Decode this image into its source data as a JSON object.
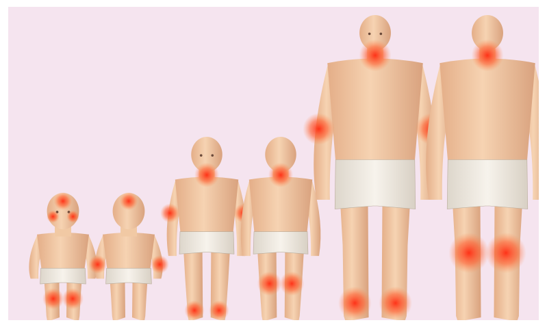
{
  "illustration": {
    "background_color": "#f5e4ef",
    "skin_color": "#f1c9a4",
    "skin_shadow_color": "#d9a27e",
    "underwear_color": "#f3eee6",
    "lesion_color": "#ff3b1a",
    "figures": [
      {
        "id": "infant-front",
        "view": "front",
        "age": "infant",
        "lesion_sites": [
          "cheeks",
          "scalp",
          "knees"
        ]
      },
      {
        "id": "infant-back",
        "view": "back",
        "age": "infant",
        "lesion_sites": [
          "scalp",
          "elbows"
        ]
      },
      {
        "id": "child-front",
        "view": "front",
        "age": "child",
        "lesion_sites": [
          "neck",
          "elbows",
          "ankles"
        ]
      },
      {
        "id": "child-back",
        "view": "back",
        "age": "child",
        "lesion_sites": [
          "neck",
          "knees"
        ]
      },
      {
        "id": "adult-front",
        "view": "front",
        "age": "adult",
        "lesion_sites": [
          "neck",
          "elbows",
          "ankles"
        ]
      },
      {
        "id": "adult-back",
        "view": "back",
        "age": "adult",
        "lesion_sites": [
          "neck",
          "knees"
        ]
      }
    ]
  }
}
